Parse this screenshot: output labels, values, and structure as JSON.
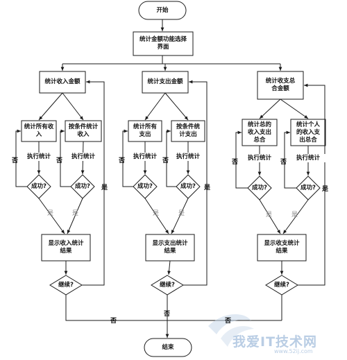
{
  "nodes": {
    "start": "开始",
    "select": "统计金额功能选择\n界面",
    "income": {
      "title": "统计收入金额",
      "all": "统计所有收\n入",
      "cond": "按条件统计\n收入",
      "exec_all": "执行统计",
      "exec_cond": "执行统计",
      "success_all": "成功?",
      "success_cond": "成功?",
      "result": "显示收入统计\n结果",
      "continue": "继续?"
    },
    "expense": {
      "title": "统计支出金额",
      "all": "统计所有\n支出",
      "cond": "按条件统\n计支出",
      "exec_all": "执行统计",
      "exec_cond": "执行统计",
      "success_all": "成功?",
      "success_cond": "成功?",
      "result": "显示支出统计\n结果",
      "continue": "继续?"
    },
    "total": {
      "title": "统计收支总\n合金额",
      "all": "统计总的\n收入支出\n总合",
      "cond": "统计个人\n的收入支\n出总合",
      "exec_all": "执行统计",
      "exec_cond": "执行统计",
      "success_all": "成功?",
      "success_cond": "成功?",
      "result": "显示收支统计\n结果",
      "continue": "继续?"
    },
    "end": "结束"
  },
  "edge_labels": {
    "no": "否",
    "yes": "是"
  },
  "watermark": {
    "brand": "我爱IT技术网",
    "url": "www.52ij.com"
  }
}
